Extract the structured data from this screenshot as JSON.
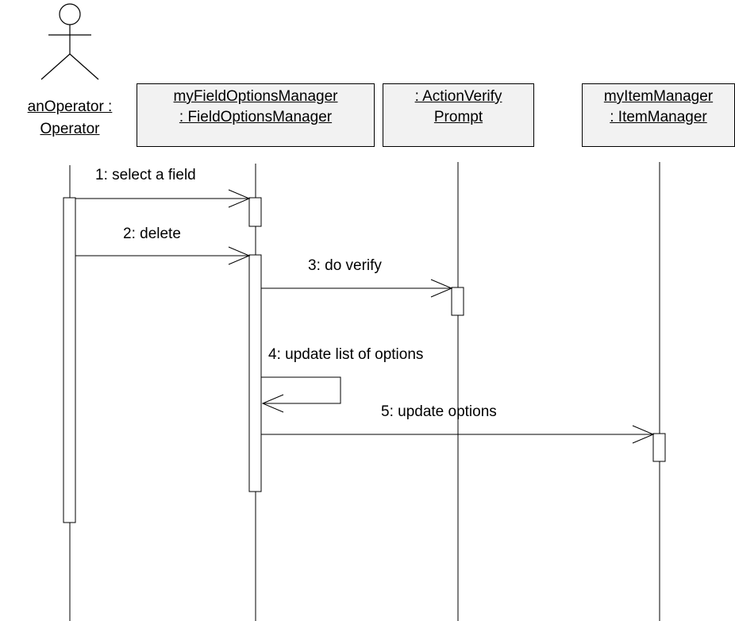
{
  "actor": {
    "name_line1": "anOperator :",
    "name_line2": "Operator",
    "icon": "stick-figure-icon"
  },
  "objects": [
    {
      "line1": "myFieldOptionsManager",
      "line2": ": FieldOptionsManager"
    },
    {
      "line1": ": ActionVerify",
      "line2": "Prompt"
    },
    {
      "line1": "myItemManager",
      "line2": ": ItemManager"
    }
  ],
  "messages": [
    {
      "label": "1: select a field"
    },
    {
      "label": "2: delete"
    },
    {
      "label": "3: do verify"
    },
    {
      "label": "4: update list of options"
    },
    {
      "label": "5: update options"
    }
  ]
}
